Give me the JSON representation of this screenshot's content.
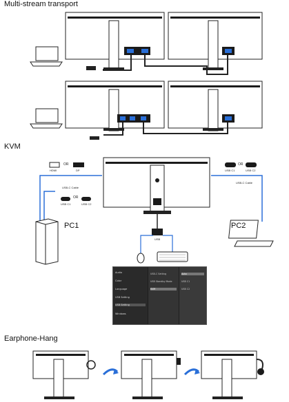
{
  "sections": {
    "mst_title": "Multi-stream transport",
    "kvm_title": "KVM",
    "earphone_title": "Earphone-Hang"
  },
  "kvm": {
    "hdmi_label": "HDMI",
    "or1": "OR",
    "dp_label": "DP",
    "or2": "OR",
    "or3": "OR",
    "usb_cable_left": "USB-C Cable",
    "usb_cable_right": "USB-C Cable",
    "usbc1_left": "USB C1",
    "usbc2_left": "USB C2",
    "usbc1_right": "USB C1",
    "usbc2_right": "USB C2",
    "pc1": "PC1",
    "pc2": "PC2",
    "usb_hub_label": "USB"
  },
  "osd": {
    "menu": [
      "Audio",
      "Color",
      "Language",
      "USB Setting",
      "USB Setting",
      "Windows"
    ],
    "mid": [
      "USB-C Setting",
      "USB Standby Mode",
      "KVM"
    ],
    "right": [
      "Auto",
      "USB C1",
      "USB C2"
    ]
  },
  "colors": {
    "cable_blue": "#2a6fd8",
    "screen_dark": "#1b1b1b"
  }
}
